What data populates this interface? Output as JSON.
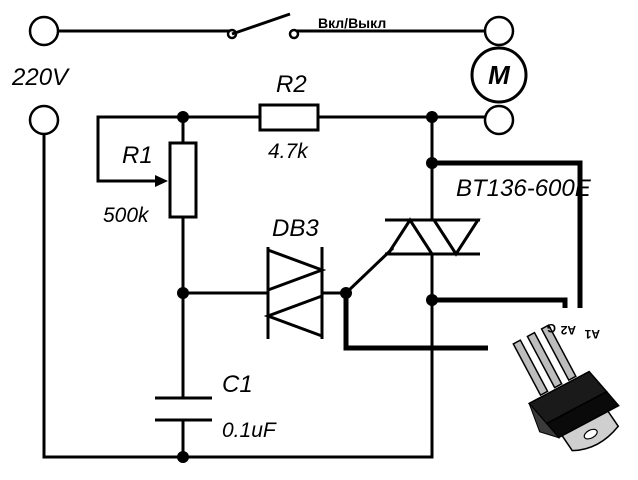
{
  "labels": {
    "switch": "Вкл/Выкл",
    "supply": "220V",
    "motor": "M",
    "r1_name": "R1",
    "r1_value": "500k",
    "r2_name": "R2",
    "r2_value": "4.7k",
    "diac": "DB3",
    "triac": "BT136-600E",
    "c1_name": "C1",
    "c1_value": "0.1uF",
    "pin_a1": "A1",
    "pin_a2": "A2",
    "pin_g": "G"
  }
}
